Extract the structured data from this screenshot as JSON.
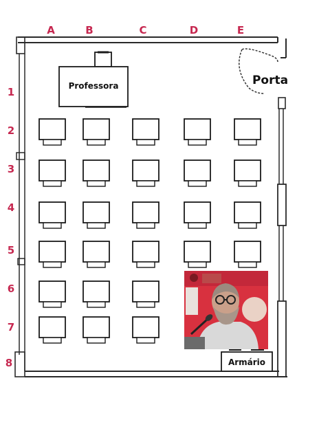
{
  "columns": [
    "A",
    "B",
    "C",
    "D",
    "E"
  ],
  "rows": [
    "1",
    "2",
    "3",
    "4",
    "5",
    "6",
    "7",
    "8"
  ],
  "labels": {
    "teacher": "Professora",
    "door": "Porta",
    "cabinet": "Armário"
  },
  "colors": {
    "header": "#c62850",
    "lines": "#2a2a2a",
    "photo_background": "#d8313f"
  },
  "occupied_cells": [
    "A2",
    "B2",
    "C2",
    "D2",
    "E2",
    "A3",
    "B3",
    "C3",
    "D3",
    "E3",
    "A4",
    "B4",
    "C4",
    "D4",
    "E4",
    "A5",
    "B5",
    "C5",
    "D5",
    "E5",
    "A6",
    "B6",
    "C6",
    "A7",
    "B7",
    "C7"
  ],
  "photo": {
    "subject": "man with glasses speaking into a microphone"
  }
}
